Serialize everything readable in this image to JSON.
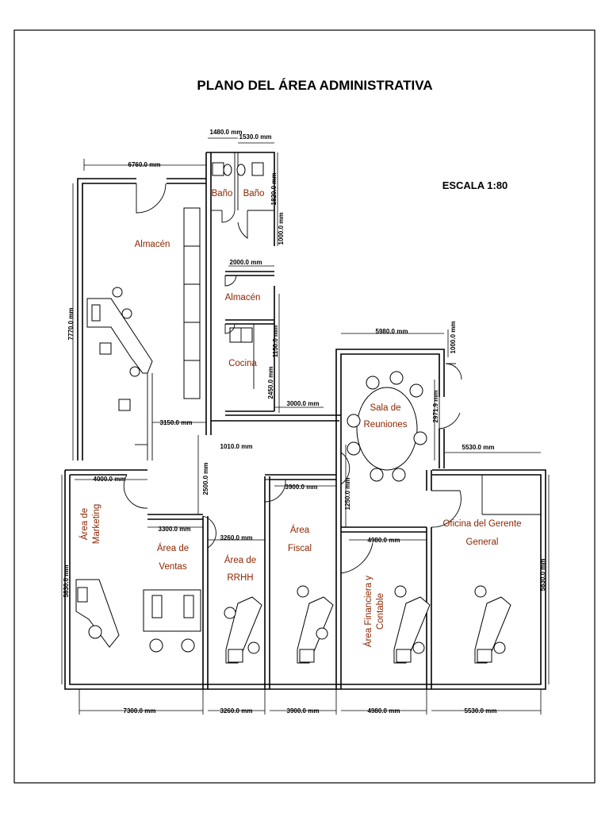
{
  "title": "PLANO DEL ÁREA ADMINISTRATIVA",
  "scale": "ESCALA 1:80",
  "rooms": {
    "almacen_1": "Almacén",
    "bano_1": "Baño",
    "bano_2": "Baño",
    "almacen_2": "Almacén",
    "cocina": "Cocina",
    "sala_1": "Sala de",
    "sala_2": "Reuniones",
    "marketing_1": "Área de",
    "marketing_2": "Marketing",
    "ventas_1": "Área de",
    "ventas_2": "Ventas",
    "rrhh_1": "Área de",
    "rrhh_2": "RRHH",
    "fiscal_1": "Área",
    "fiscal_2": "Fiscal",
    "financiera_1": "Área Financiera y",
    "financiera_2": "Contable",
    "gerente_1": "Oficina del Gerente",
    "gerente_2": "General"
  },
  "dimensions": {
    "d1480": "1480.0 mm",
    "d1530": "1530.0 mm",
    "d6760": "6760.0 mm",
    "d1820": "1820.0 mm",
    "d1000a": "1000.0 mm",
    "d2000": "2000.0 mm",
    "d7770": "7770.0 mm",
    "d1150": "1150.0 mm",
    "d2450": "2450.0 mm",
    "d3000": "3000.0 mm",
    "d3150": "3150.0 mm",
    "d1010": "1010.0 mm",
    "d5980": "5980.0 mm",
    "d1000b": "1000.0 mm",
    "d2971": "2971.9 mm",
    "d5530a": "5530.0 mm",
    "d4000": "4000.0 mm",
    "d2500": "2500.0 mm",
    "d3900a": "3900.0 mm",
    "d1250": "1250.0 mm",
    "d3300": "3300.0 mm",
    "d3260a": "3260.0 mm",
    "d4980a": "4980.0 mm",
    "d5830a": "5830.0 mm",
    "d5830b": "5830.0 mm",
    "d7300": "7300.0 mm",
    "d3260b": "3260.0 mm",
    "d3900b": "3900.0 mm",
    "d4980b": "4980.0 mm",
    "d5530b": "5530.0 mm"
  }
}
